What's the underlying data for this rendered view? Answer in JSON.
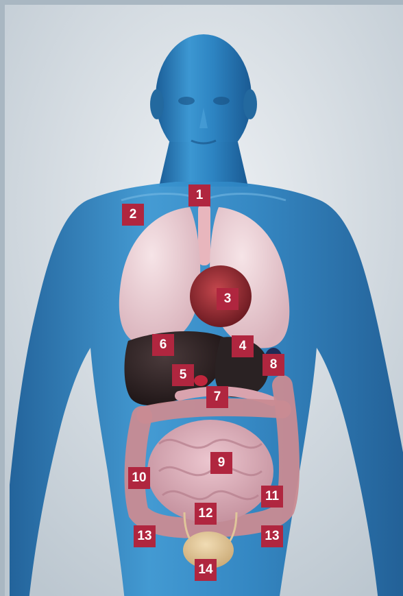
{
  "figure": {
    "labels": [
      "1",
      "2",
      "3",
      "4",
      "5",
      "6",
      "7",
      "8",
      "9",
      "10",
      "11",
      "12",
      "13",
      "13",
      "14"
    ]
  },
  "colors": {
    "background": "#c9d2da",
    "frame_border": "#a9b7c2",
    "body_blue": "#2f86c4",
    "lung_pink": "#e9c9cf",
    "liver_dark": "#2a1f20",
    "intestine_pink": "#d9a7b3",
    "colon": "#c98b92",
    "bladder": "#e0c69a",
    "label_bg": "#b0263f",
    "label_text": "#ffffff"
  }
}
